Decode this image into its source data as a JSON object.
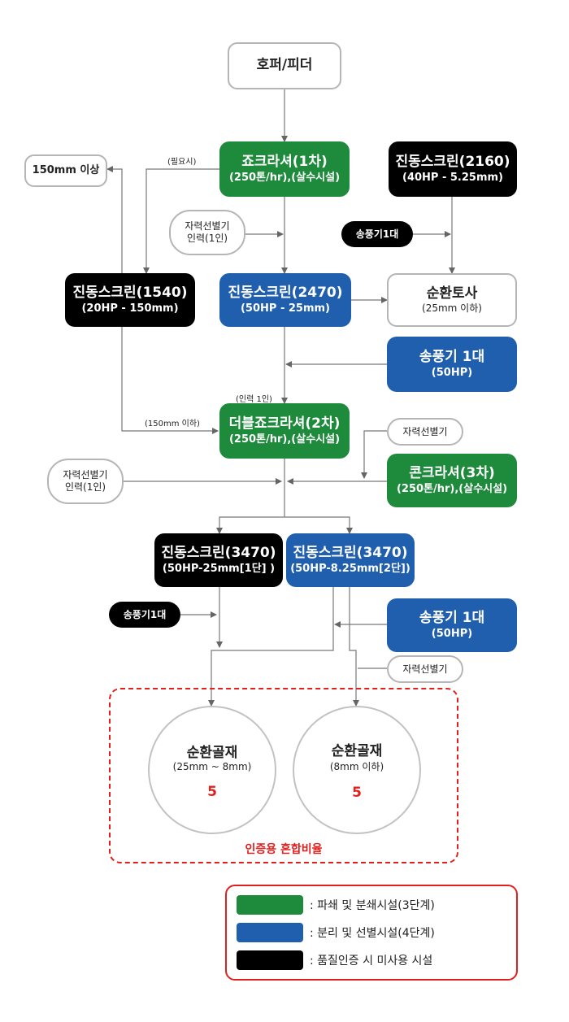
{
  "nodes": {
    "hopper": {
      "line1": "호퍼/피더"
    },
    "jaw1": {
      "line1": "죠크라셔(1차)",
      "line2": "(250톤/hr),(살수시설)"
    },
    "over150": {
      "line1": "150mm 이상"
    },
    "screen2160": {
      "line1": "진동스크린(2160)",
      "line2": "(40HP - 5.25mm)"
    },
    "magsep1": {
      "line1": "자력선별기",
      "line2": "인력(1인)"
    },
    "blower1": {
      "line1": "송풍기1대"
    },
    "screen1540": {
      "line1": "진동스크린(1540)",
      "line2": "(20HP - 150mm)"
    },
    "screen2470": {
      "line1": "진동스크린(2470)",
      "line2": "(50HP - 25mm)"
    },
    "soil": {
      "line1": "순환토사",
      "line2": "(25mm 이하)"
    },
    "blower2": {
      "line1": "송풍기 1대",
      "line2": "(50HP)"
    },
    "jaw2": {
      "line1": "더블죠크라셔(2차)",
      "line2": "(250톤/hr),(살수시설)"
    },
    "magsep2": {
      "line1": "자력선별기"
    },
    "magsep3": {
      "line1": "자력선별기",
      "line2": "인력(1인)"
    },
    "cone3": {
      "line1": "콘크라셔(3차)",
      "line2": "(250톤/hr),(살수시설)"
    },
    "screen3470a": {
      "line1": "진동스크린(3470)",
      "line2": "(50HP-25mm[1단] )"
    },
    "screen3470b": {
      "line1": "진동스크린(3470)",
      "line2": "(50HP-8.25mm[2단])"
    },
    "blower3": {
      "line1": "송풍기1대"
    },
    "blower4": {
      "line1": "송풍기 1대",
      "line2": "(50HP)"
    },
    "magsep4": {
      "line1": "자력선별기"
    }
  },
  "edge_labels": {
    "needed": "(필요시)",
    "labor1": "(인력 1인)",
    "under150": "(150mm 이하)"
  },
  "products": [
    {
      "title": "순환골재",
      "sub": "(25mm ~ 8mm)",
      "ratio": "5"
    },
    {
      "title": "순환골재",
      "sub": "(8mm 이하)",
      "ratio": "5"
    }
  ],
  "ratio_label": "인증용 혼합비율",
  "legend": [
    {
      "color": "#1e8a3c",
      "text": ": 파쇄 및 분쇄시설(3단계)"
    },
    {
      "color": "#1f5fae",
      "text": ": 분리 및 선별시설(4단계)"
    },
    {
      "color": "#000000",
      "text": ": 품질인증 시 미사용 시설"
    }
  ],
  "colors": {
    "green": "#1e8a3c",
    "blue": "#1f5fae",
    "black": "#000000",
    "accent_red": "#e0201f",
    "line": "#666666"
  }
}
